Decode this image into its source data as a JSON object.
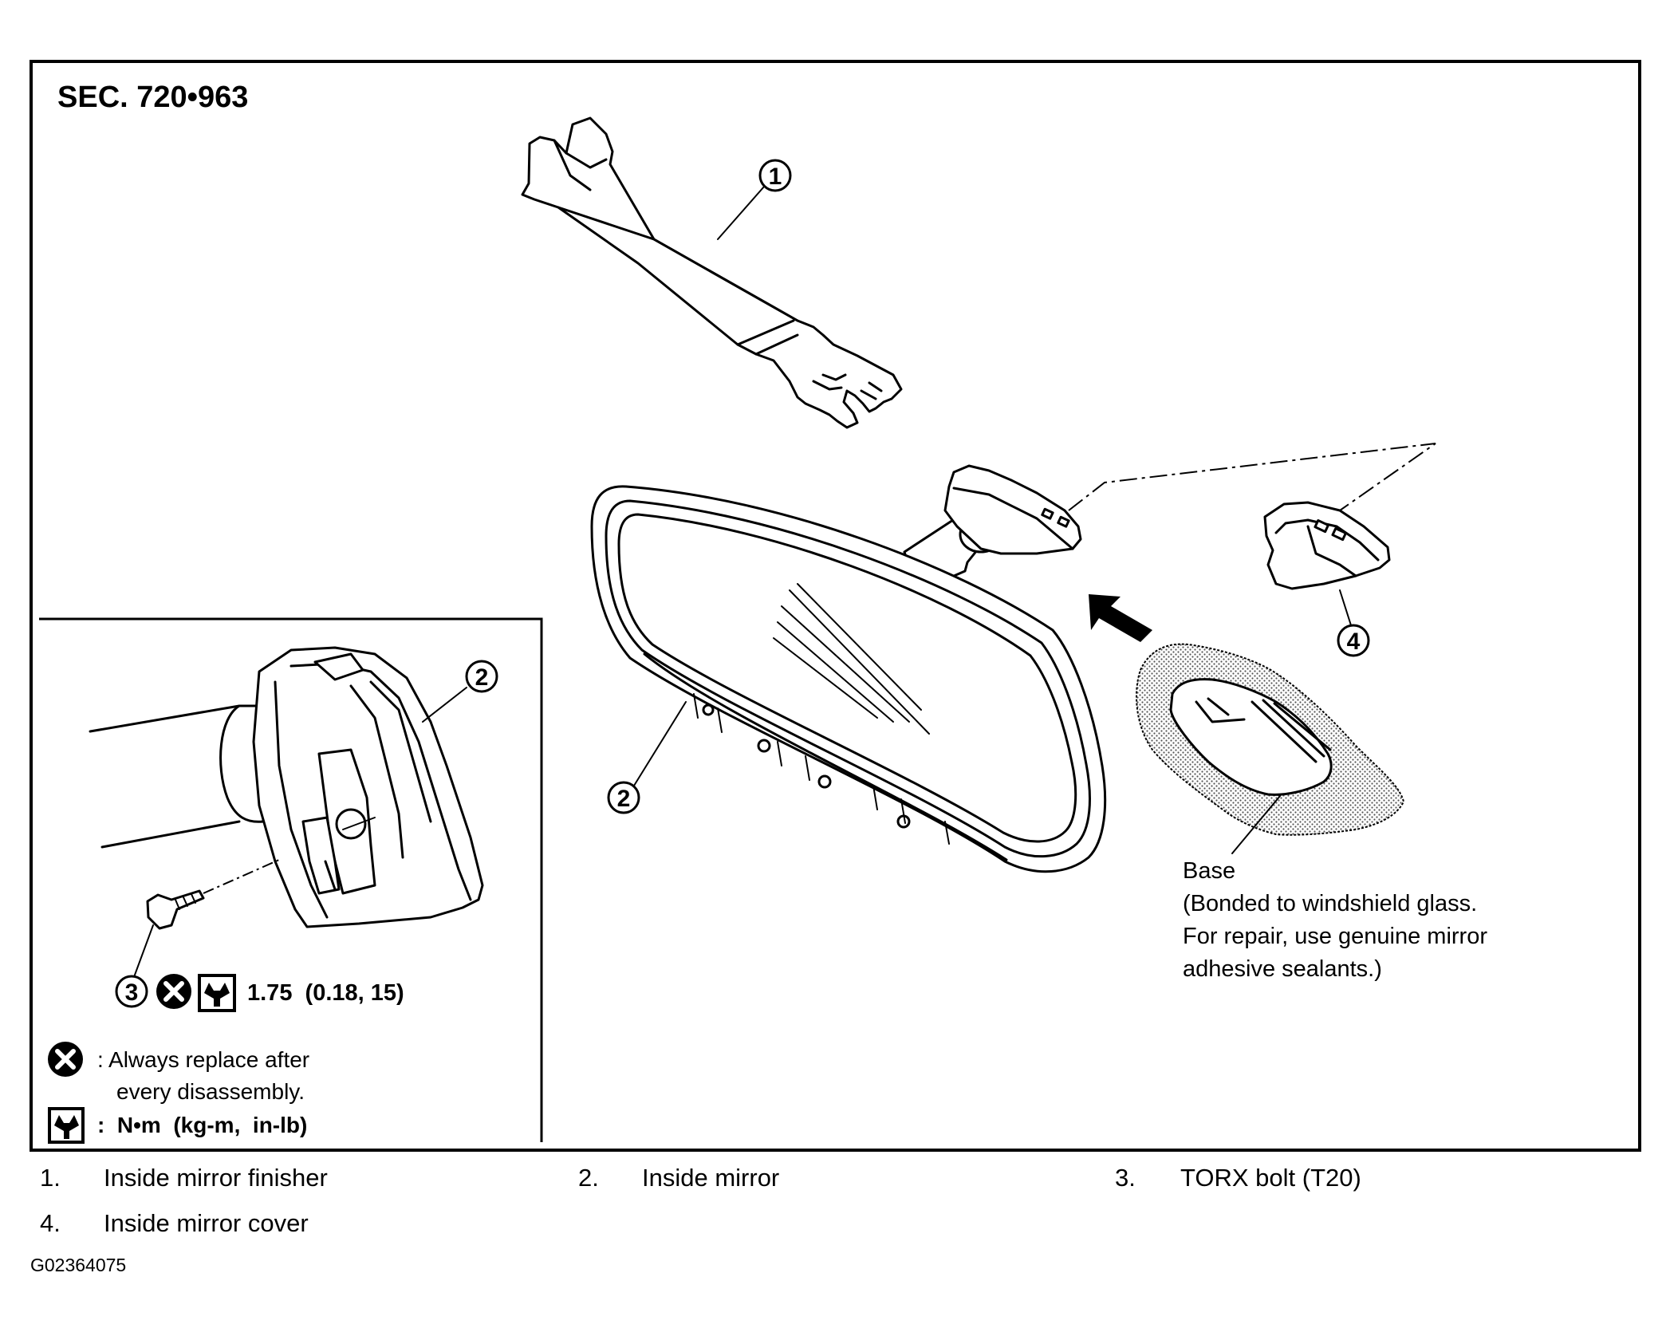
{
  "section": "SEC. 720•963",
  "callouts": {
    "c1": "1",
    "c2": "2",
    "c3": "3",
    "c4": "4"
  },
  "base_note": [
    "Base",
    "(Bonded to windshield glass.",
    "For repair, use genuine mirror",
    "adhesive sealants.)"
  ],
  "torque_spec": "1.75  (0.18, 15)",
  "legend": {
    "replace_line1": ": Always replace after",
    "replace_line2": "every disassembly.",
    "torque_units": ":  N•m  (kg-m,  in-lb)"
  },
  "parts": [
    {
      "num": "1.",
      "name": "Inside mirror finisher"
    },
    {
      "num": "2.",
      "name": "Inside mirror"
    },
    {
      "num": "3.",
      "name": "TORX bolt (T20)"
    },
    {
      "num": "4.",
      "name": "Inside mirror cover"
    }
  ],
  "figure_id": "G02364075",
  "icons": {
    "replace": "always-replace-icon",
    "torque": "torque-wrench-icon",
    "arrow": "installation-direction-arrow"
  }
}
